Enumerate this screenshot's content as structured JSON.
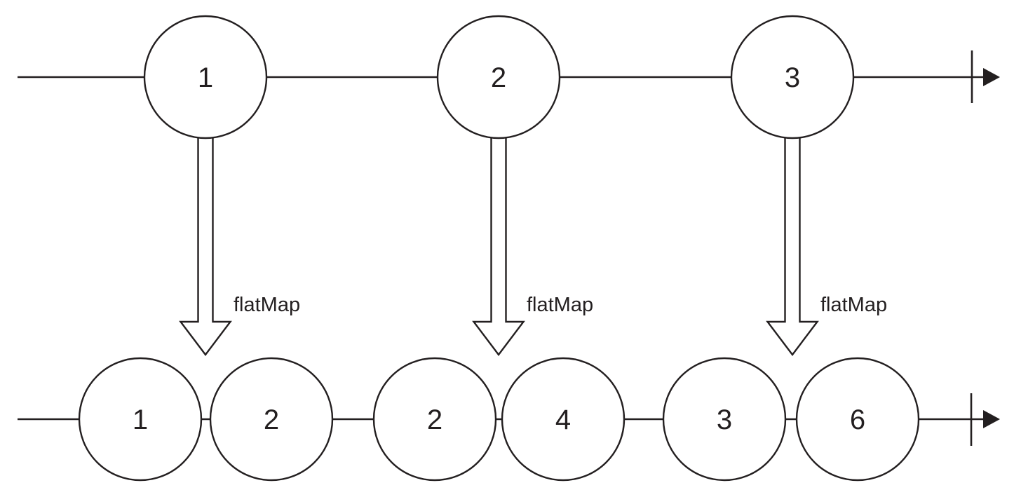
{
  "colors": {
    "ink": "#231f20",
    "background": "#ffffff",
    "marble_fill": "#ffffff"
  },
  "top_stream": {
    "values": [
      "1",
      "2",
      "3"
    ]
  },
  "operators": {
    "labels": [
      "flatMap",
      "flatMap",
      "flatMap"
    ]
  },
  "bottom_stream": {
    "values": [
      "1",
      "2",
      "2",
      "4",
      "3",
      "6"
    ]
  }
}
